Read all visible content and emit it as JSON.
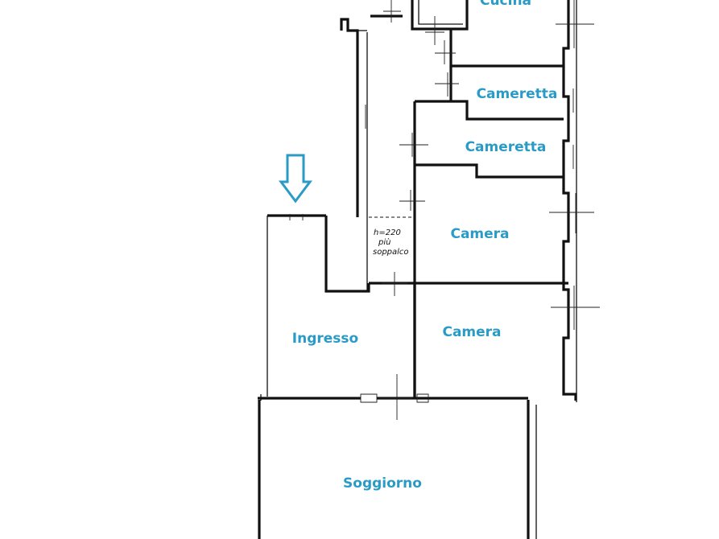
{
  "colors": {
    "label": "#2a9bc6",
    "arrow": "#2a9bc6",
    "wall": "#111111"
  },
  "rooms": {
    "cucina": "Cucina",
    "cameretta_1": "Cameretta",
    "cameretta_2": "Cameretta",
    "camera_1": "Camera",
    "camera_2": "Camera",
    "ingresso": "Ingresso",
    "soggiorno": "Soggiorno"
  },
  "annotation": {
    "line1": "h=220",
    "line2": "più",
    "line3": "soppalco"
  },
  "entrance_arrow": "down-arrow-icon"
}
